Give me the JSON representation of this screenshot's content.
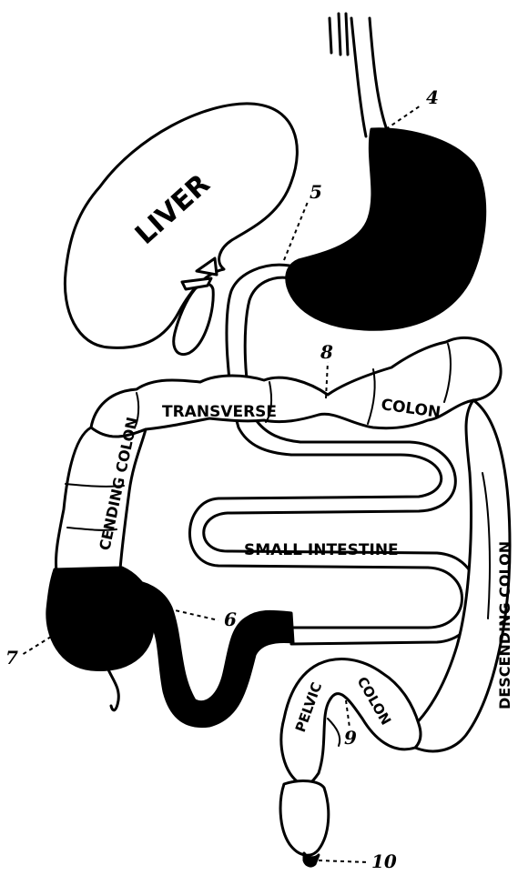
{
  "labels": {
    "liver": "LIVER",
    "transverse": "TRANSVERSE",
    "colon_transverse": "COLON",
    "ascending_colon": "CENDING COLON",
    "small_intestine": "SMALL INTESTINE",
    "descending_colon": "DESCENDING COLON",
    "pelvic": "PELVIC",
    "colon_pelvic": "COLON"
  },
  "markers": {
    "m4": "4",
    "m5": "5",
    "m6": "6",
    "m7": "7",
    "m8": "8",
    "m9": "9",
    "m10": "10"
  },
  "colors": {
    "ink": "#000000",
    "paper": "#ffffff"
  }
}
